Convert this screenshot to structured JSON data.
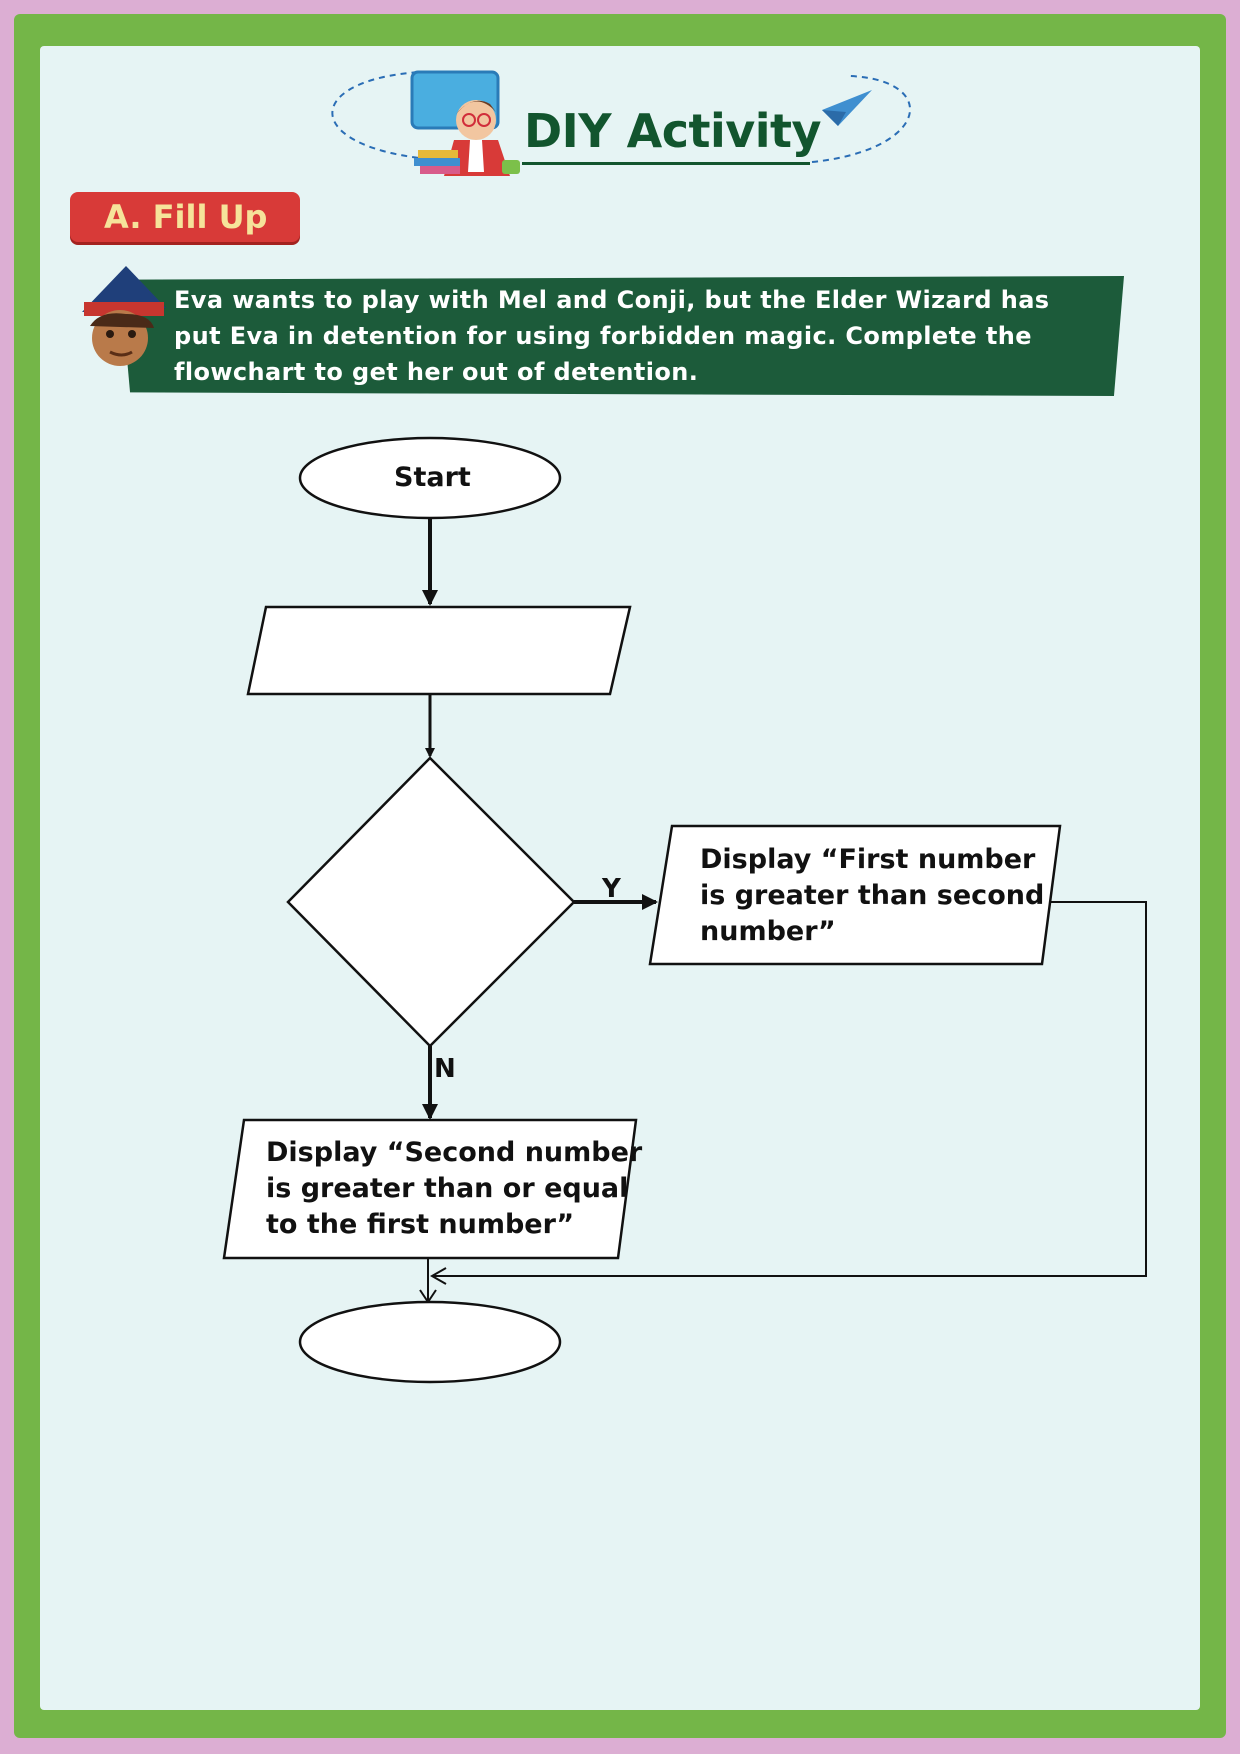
{
  "header": {
    "title": "DIY Activity"
  },
  "section": {
    "label": "A. Fill Up"
  },
  "instructions": {
    "line1": "Eva wants to play with Mel and Conji, but the Elder Wizard has",
    "line2": "put Eva in detention for using forbidden magic. Complete the",
    "line3": "flowchart to get her out of detention."
  },
  "flowchart": {
    "start": "Start",
    "input": "",
    "decision": "",
    "yes_label": "Y",
    "no_label": "N",
    "yes_output": {
      "line1": "Display “First number",
      "line2": "is greater than second",
      "line3": "number”"
    },
    "no_output": {
      "line1": "Display “Second number",
      "line2": "is greater than or equal",
      "line3": "to the first number”"
    },
    "end": ""
  },
  "colors": {
    "border_green": "#74b648",
    "paper": "#e6f4f4",
    "banner_green": "#1c5b3a",
    "badge_red": "#d83a38",
    "title_green": "#12552e"
  }
}
